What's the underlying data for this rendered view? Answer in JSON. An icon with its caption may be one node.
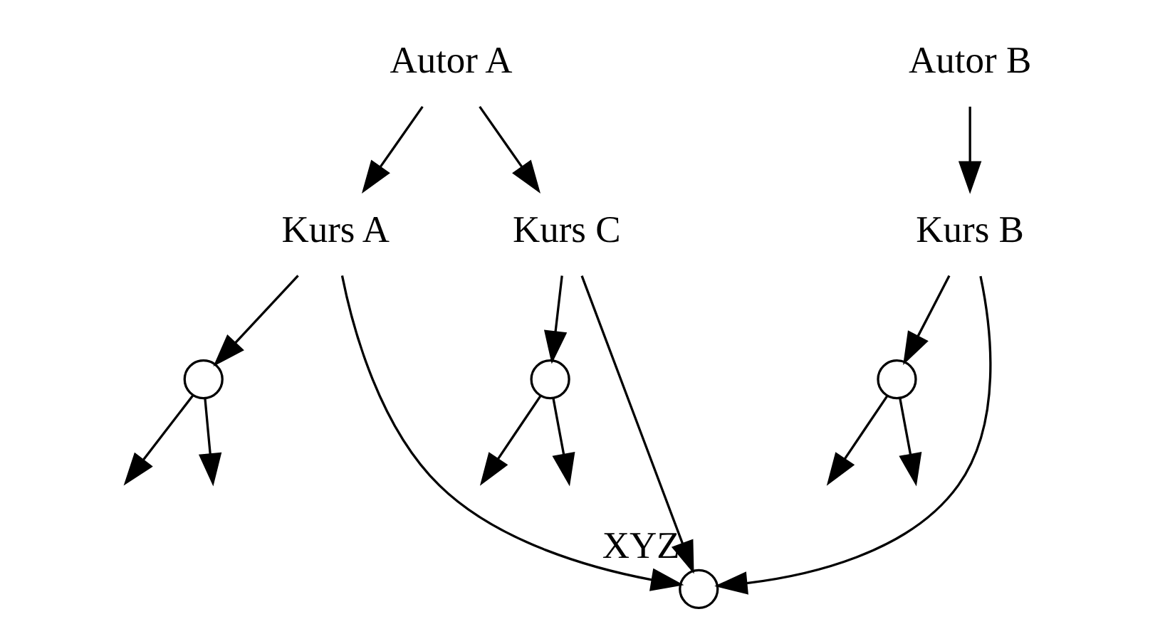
{
  "diagram": {
    "nodes": [
      {
        "text": [
          "Autor A"
        ]
      },
      {
        "text": [
          "Kurs A"
        ]
      },
      {
        "text": [
          "Kurs C"
        ]
      },
      {
        "text": [
          "Autor B"
        ]
      },
      {
        "text": [
          "Kurs B"
        ]
      },
      {
        "text": [],
        "shape": "circle"
      },
      {
        "text": [],
        "shape": "circle"
      },
      {
        "text": [],
        "shape": "circle"
      },
      {
        "text": [],
        "shape": "circle",
        "beside": [
          "XYZ"
        ]
      }
    ],
    "edges": [
      {
        "from": 0,
        "to": 1,
        "arrow": "to"
      },
      {
        "from": 0,
        "to": 2,
        "arrow": "to"
      },
      {
        "from": 3,
        "to": 4,
        "arrow": "to"
      },
      {
        "from": 1,
        "to": 5,
        "arrow": "to"
      },
      {
        "from": 2,
        "to": 6,
        "arrow": "to"
      },
      {
        "from": 4,
        "to": 7,
        "arrow": "to"
      },
      {
        "from": 1,
        "to": 8,
        "arrow": "to"
      },
      {
        "from": 2,
        "to": 8,
        "arrow": "to"
      },
      {
        "from": 4,
        "to": 8,
        "arrow": "to"
      },
      {
        "from": 5,
        "to": null,
        "arrow": "to"
      },
      {
        "from": 5,
        "to": null,
        "arrow": "to"
      },
      {
        "from": 6,
        "to": null,
        "arrow": "to"
      },
      {
        "from": 6,
        "to": null,
        "arrow": "to"
      },
      {
        "from": 7,
        "to": null,
        "arrow": "to"
      },
      {
        "from": 7,
        "to": null,
        "arrow": "to"
      }
    ]
  }
}
